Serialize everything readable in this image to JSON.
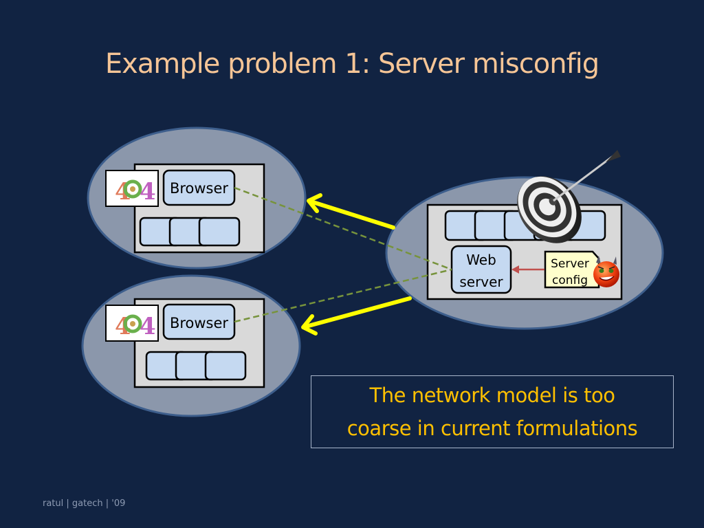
{
  "slide": {
    "title": "Example problem 1: Server misconfig",
    "footer": "ratul | gatech | '09"
  },
  "clients": [
    {
      "name": "client-top",
      "app_label": "Browser",
      "error_image": "404-error-image",
      "slots": 3
    },
    {
      "name": "client-bottom",
      "app_label": "Browser",
      "error_image": "404-error-image",
      "slots": 3
    }
  ],
  "server": {
    "app_label_line1": "Web",
    "app_label_line2": "server",
    "config_label_line1": "Server",
    "config_label_line2": "config",
    "slots": 5,
    "target_icon": "bullseye-target-icon",
    "devil_icon": "devil-face-icon"
  },
  "callout": {
    "line1": "The network model is too",
    "line2": "coarse in current formulations"
  },
  "colors": {
    "background": "#112342",
    "title": "#f6c596",
    "callout_text": "#ffc000",
    "ellipse_fill": "#8b97ab",
    "ellipse_stroke": "#3d5e8c",
    "host_box": "#d9d9d9",
    "slot_fill": "#c5d9f1",
    "config_fill": "#ffffcc",
    "dashed_link": "#77933c",
    "arrow": "#ffff00",
    "config_arrow": "#c0504d"
  }
}
